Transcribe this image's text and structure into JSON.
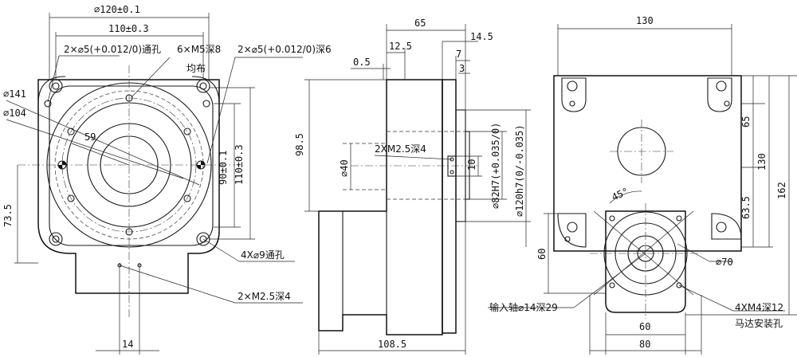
{
  "front_view": {
    "dim_phi120": "⌀120±0.1",
    "dim_110h": "110±0.3",
    "note_pin_holes": "2×⌀5(+0.012/0)通孔",
    "note_m5": "6×M5深8",
    "note_m5_2": "均布",
    "note_pin_holes_deep": "2×⌀5(+0.012/0)深6",
    "dim_phi141": "⌀141",
    "dim_phi104": "⌀104",
    "dim_59": "59",
    "dim_90v": "90±0.1",
    "dim_110v": "110±0.3",
    "dim_73_5": "73.5",
    "note_4x9": "4X⌀9通孔",
    "note_m2_5": "2×M2.5深4",
    "dim_14": "14"
  },
  "side_view": {
    "dim_65": "65",
    "dim_14_5": "14.5",
    "dim_12_5": "12.5",
    "dim_0_5": "0.5",
    "dim_7": "7",
    "dim_3": "3",
    "dim_98_5": "98.5",
    "note_2xm2_5": "2XM2.5深4",
    "dim_phi40": "⌀40",
    "dim_10": "10",
    "dim_phi82": "⌀82H7(+0.035/0)",
    "dim_phi120h7": "⌀120h7(0/-0.035)",
    "dim_108_5": "108.5"
  },
  "rear_view": {
    "dim_130top": "130",
    "dim_65": "65",
    "dim_130v": "130",
    "dim_162": "162",
    "dim_63_5": "63.5",
    "dim_60v": "60",
    "dim_45": "45°",
    "dim_phi70": "⌀70",
    "note_shaft": "输入轴⌀14深29",
    "note_4xm4": "4XM4深12",
    "note_motor": "马达安装孔",
    "dim_60h": "60",
    "dim_80": "80"
  }
}
